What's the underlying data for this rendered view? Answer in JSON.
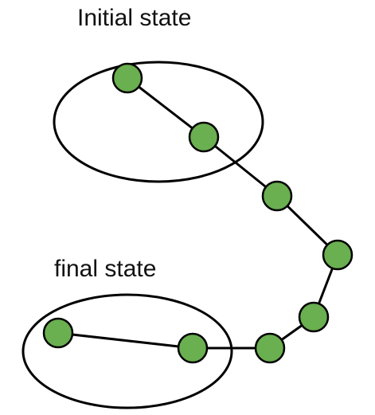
{
  "labels": {
    "initial": "Initial state",
    "final": "final state"
  },
  "colors": {
    "node_fill": "#6aaf50",
    "outline": "#000000",
    "text": "#111111",
    "background": "#ffffff"
  },
  "nodes": [
    {
      "id": "n1",
      "group": "initial"
    },
    {
      "id": "n2",
      "group": "initial"
    },
    {
      "id": "n3",
      "group": "path"
    },
    {
      "id": "n4",
      "group": "path"
    },
    {
      "id": "n5",
      "group": "path"
    },
    {
      "id": "n6",
      "group": "path"
    },
    {
      "id": "n7",
      "group": "final"
    },
    {
      "id": "n8",
      "group": "final"
    }
  ],
  "edges": [
    {
      "from": "n1",
      "to": "n2"
    },
    {
      "from": "n2",
      "to": "n3"
    },
    {
      "from": "n3",
      "to": "n4"
    },
    {
      "from": "n4",
      "to": "n5"
    },
    {
      "from": "n5",
      "to": "n6"
    },
    {
      "from": "n6",
      "to": "n7"
    },
    {
      "from": "n7",
      "to": "n8"
    }
  ]
}
